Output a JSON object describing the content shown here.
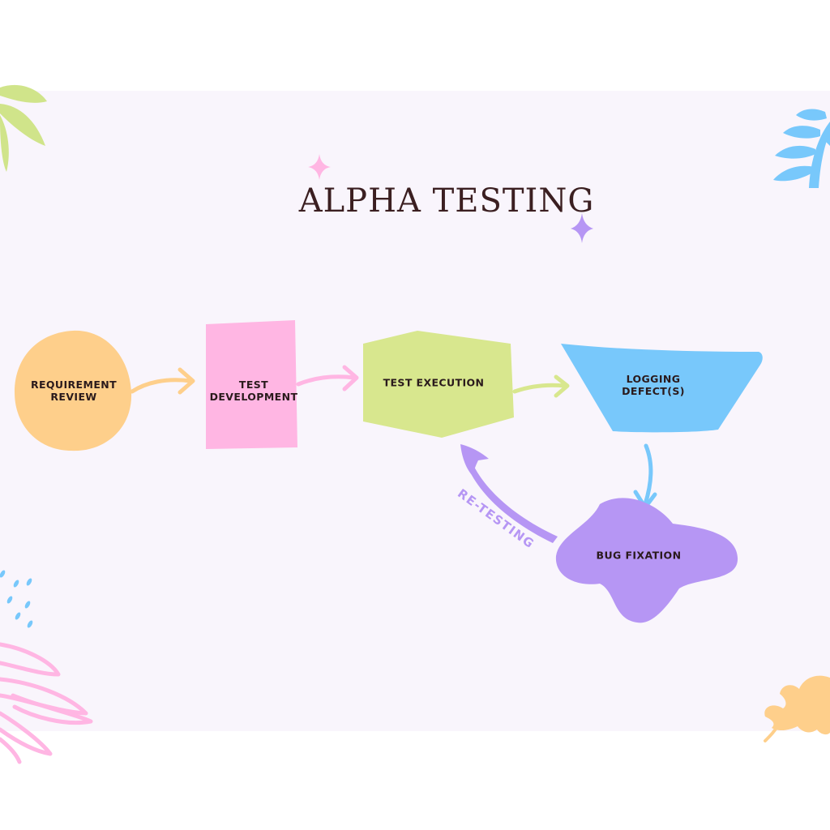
{
  "title": "ALPHA TESTING",
  "colors": {
    "background": "#f9f5fc",
    "requirement_review": "#fecf8b",
    "test_development": "#ffb6e3",
    "test_execution": "#d8e78e",
    "logging_defects": "#78c8fb",
    "bug_fixation": "#b696f4",
    "title_text": "#3b1f21",
    "retest_text": "#b696f4"
  },
  "nodes": {
    "requirement_review": {
      "line1": "REQUIREMENT",
      "line2": "REVIEW"
    },
    "test_development": {
      "line1": "TEST",
      "line2": "DEVELOPMENT"
    },
    "test_execution": {
      "line1": "TEST EXECUTION"
    },
    "logging_defects": {
      "line1": "LOGGING",
      "line2": "DEFECT(S)"
    },
    "bug_fixation": {
      "line1": "BUG FIXATION"
    }
  },
  "edges": {
    "retest_label": "RE-TESTING"
  }
}
